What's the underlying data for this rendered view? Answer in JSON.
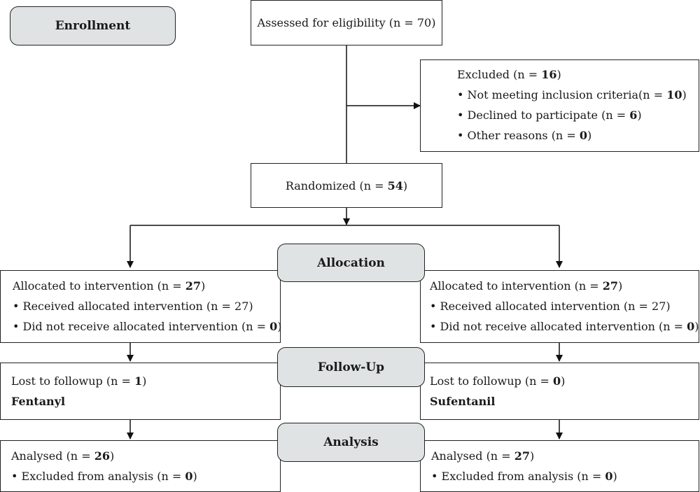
{
  "stages": {
    "enrollment": "Enrollment",
    "allocation": "Allocation",
    "follow_up": "Follow-Up",
    "analysis": "Analysis"
  },
  "assessed": {
    "label": "Assessed for eligibility (n = 70)"
  },
  "excluded": {
    "title_prefix": "Excluded (n = ",
    "title_n": "16",
    "title_suffix": ")",
    "items": [
      {
        "prefix": "Not meeting inclusion criteria(n = ",
        "n": "10",
        "suffix": ")"
      },
      {
        "prefix": "Declined to participate (n = ",
        "n": "6",
        "suffix": ")"
      },
      {
        "prefix": "Other reasons (n = ",
        "n": "0",
        "suffix": ")"
      }
    ]
  },
  "randomized": {
    "prefix": "Randomized (n = ",
    "n": "54",
    "suffix": ")"
  },
  "left": {
    "allocated": {
      "prefix": "Allocated to intervention (n = ",
      "n": "27",
      "suffix": ")"
    },
    "received": "Received allocated intervention (n = 27)",
    "not_received": {
      "prefix": "Did not receive allocated intervention (n = ",
      "n": "0",
      "suffix": ")"
    },
    "lost": {
      "prefix": "Lost to followup (n = ",
      "n": "1",
      "suffix": ")"
    },
    "group": "Fentanyl",
    "analysed": {
      "prefix": "Analysed (n = ",
      "n": "26",
      "suffix": ")"
    },
    "excluded_analysis": {
      "prefix": "Excluded from analysis (n = ",
      "n": "0",
      "suffix": ")"
    }
  },
  "right": {
    "allocated": {
      "prefix": "Allocated to intervention (n = ",
      "n": "27",
      "suffix": ")"
    },
    "received": "Received allocated intervention (n = 27)",
    "not_received": {
      "prefix": "Did not receive allocated intervention (n = ",
      "n": "0",
      "suffix": ")"
    },
    "lost": {
      "prefix": "Lost to followup (n = ",
      "n": "0",
      "suffix": ")"
    },
    "group": "Sufentanil",
    "analysed": {
      "prefix": "Analysed (n = ",
      "n": "27",
      "suffix": ")"
    },
    "excluded_analysis": {
      "prefix": "Excluded from analysis (n = ",
      "n": "0",
      "suffix": ")"
    }
  }
}
